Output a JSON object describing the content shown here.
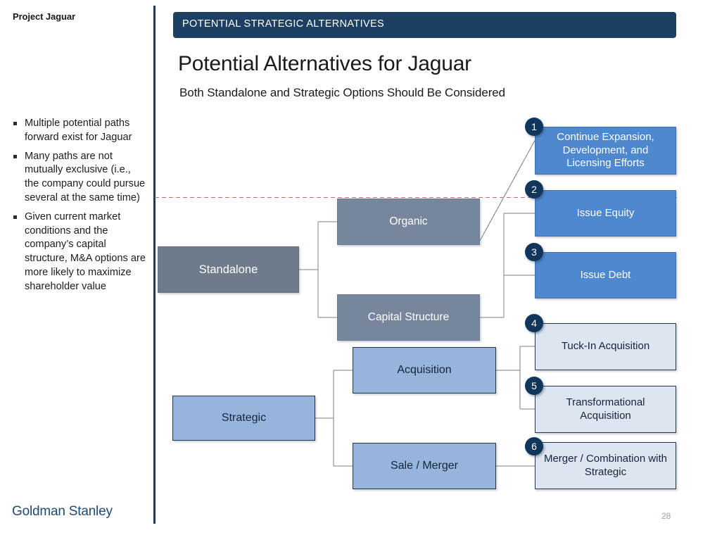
{
  "slide": {
    "project_label": "Project Jaguar",
    "banner_title": "POTENTIAL STRATEGIC ALTERNATIVES",
    "title": "Potential Alternatives for Jaguar",
    "subtitle": "Both Standalone and Strategic Options Should Be Considered",
    "footer_brand": "Goldman Stanley",
    "page_number": "28"
  },
  "sidebar": {
    "bullets": [
      "Multiple potential paths forward exist for Jaguar",
      "Many paths are not mutually exclusive (i.e., the company could pursue several at the same time)",
      "Given current market conditions and the company’s capital structure, M&A options are more likely to maximize shareholder value"
    ]
  },
  "diagram": {
    "level1": [
      {
        "id": "standalone",
        "label": "Standalone"
      },
      {
        "id": "strategic",
        "label": "Strategic"
      }
    ],
    "level2": [
      {
        "id": "organic",
        "label": "Organic"
      },
      {
        "id": "capital-structure",
        "label": "Capital Structure"
      },
      {
        "id": "acquisition",
        "label": "Acquisition"
      },
      {
        "id": "sale-merger",
        "label": "Sale / Merger"
      }
    ],
    "level3": [
      {
        "number": "1",
        "label": "Continue Expansion, Development, and Licensing Efforts"
      },
      {
        "number": "2",
        "label": "Issue Equity"
      },
      {
        "number": "3",
        "label": "Issue Debt"
      },
      {
        "number": "4",
        "label": "Tuck-In Acquisition"
      },
      {
        "number": "5",
        "label": "Transformational Acquisition"
      },
      {
        "number": "6",
        "label": "Merger / Combination with Strategic"
      }
    ]
  },
  "colors": {
    "banner_navy": "#1c3f63",
    "badge_navy": "#10365c",
    "slate": "#77869c",
    "slate_dark": "#6e7b8c",
    "blue": "#4e88ce",
    "mid_blue": "#97b5dc",
    "pale_blue": "#dde5f1",
    "divider_navy": "#1f3b55",
    "guide_red": "#c4726a",
    "brand_blue": "#1f4a72"
  }
}
